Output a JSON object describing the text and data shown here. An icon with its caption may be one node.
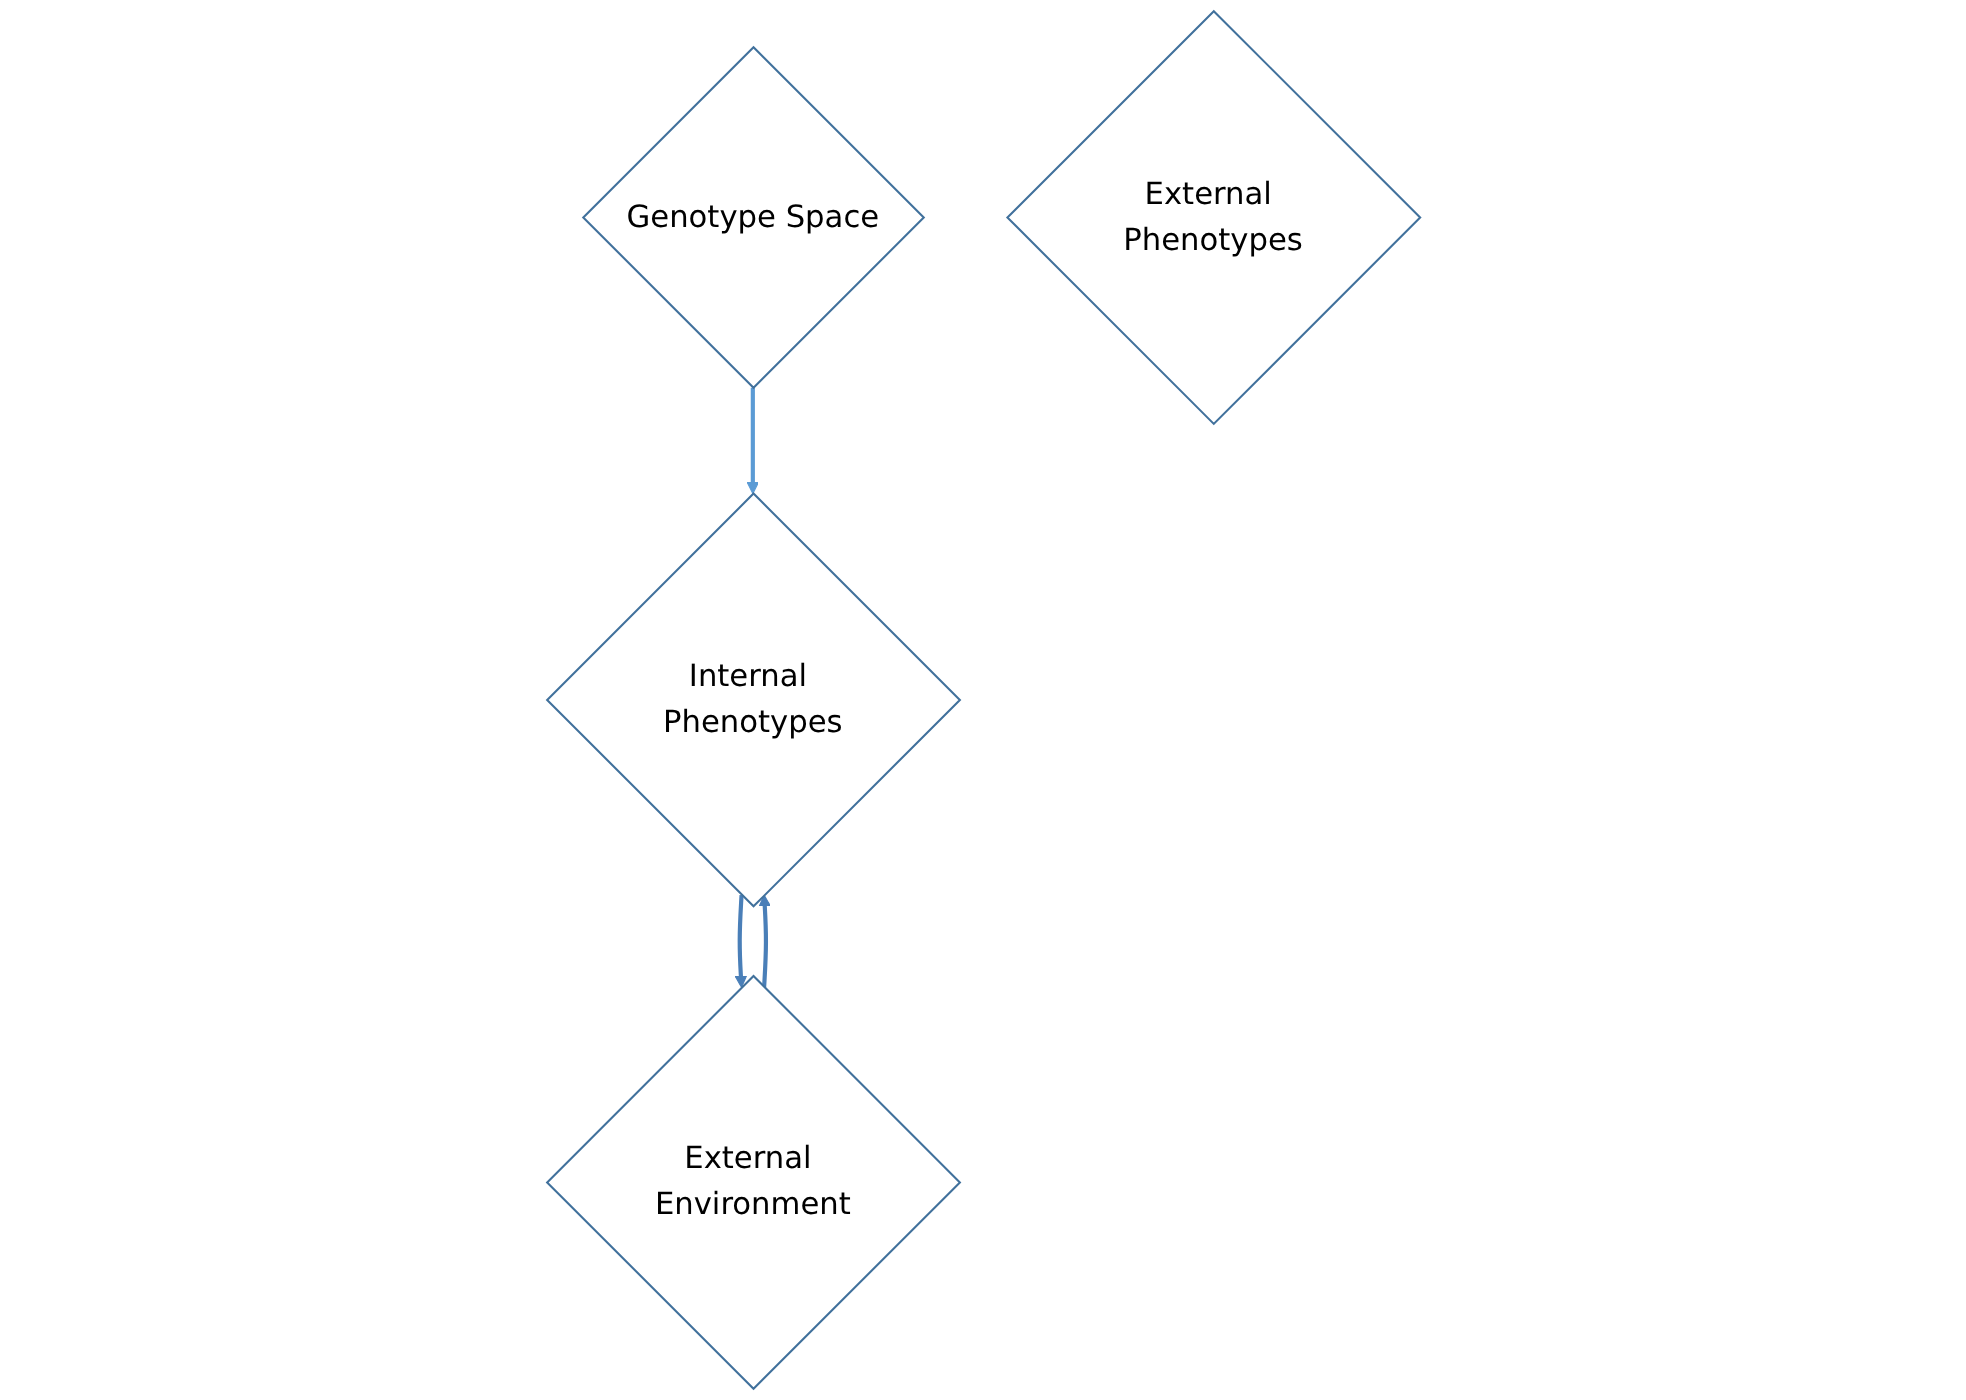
{
  "diagram": {
    "nodes": [
      {
        "text": [
          "Genotype Space"
        ]
      },
      {
        "text": [
          "Internal Phenotypes"
        ]
      },
      {
        "text": [
          "External Environment"
        ]
      },
      {
        "text": [
          "External Phenotypes"
        ]
      }
    ],
    "edges": [
      {
        "from": 0,
        "to": 1,
        "arrow": "to",
        "color": "#5b9bd5"
      },
      {
        "from": 2,
        "to": 1,
        "arrow": "to",
        "color": "#4a7fb8"
      },
      {
        "from": 1,
        "to": 2,
        "arrow": "to",
        "color": "#4a7fb8"
      }
    ]
  }
}
